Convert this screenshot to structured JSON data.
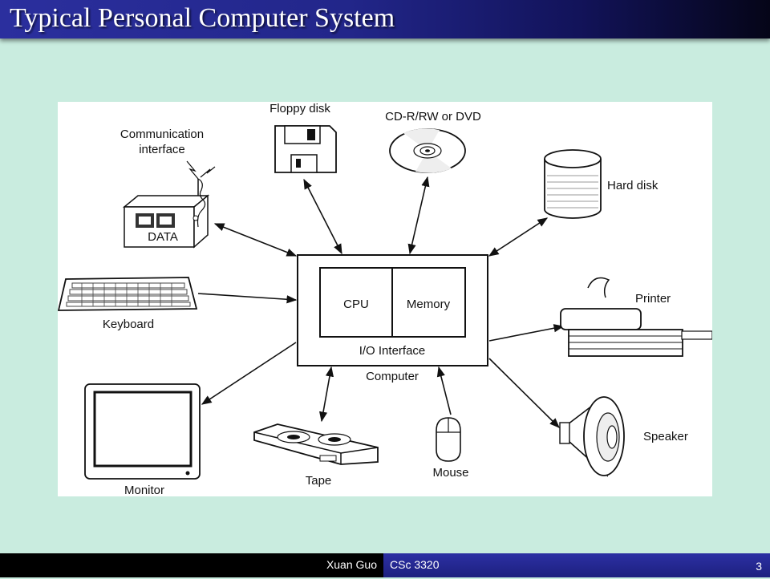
{
  "slide": {
    "title": "Typical Personal Computer System",
    "footer_author": "Xuan Guo",
    "footer_course": "CSc 3320",
    "page_number": "3"
  },
  "diagram": {
    "labels": {
      "cpu": "CPU",
      "memory": "Memory",
      "io": "I/O Interface",
      "computer": "Computer",
      "floppy": "Floppy disk",
      "cd": "CD-R/RW or DVD",
      "comm_line1": "Communication",
      "comm_line2": "interface",
      "data": "DATA",
      "hard_disk": "Hard disk",
      "keyboard": "Keyboard",
      "printer": "Printer",
      "monitor": "Monitor",
      "tape": "Tape",
      "mouse": "Mouse",
      "speaker": "Speaker"
    }
  }
}
